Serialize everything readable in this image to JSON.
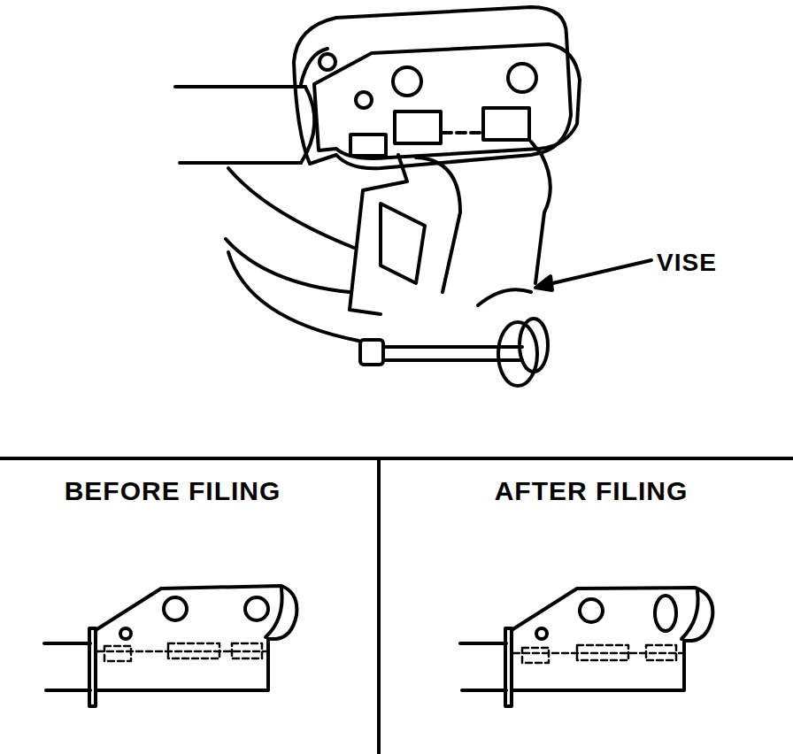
{
  "diagram": {
    "labels": [
      "VISE",
      "BEFORE FILING",
      "AFTER FILING"
    ]
  }
}
